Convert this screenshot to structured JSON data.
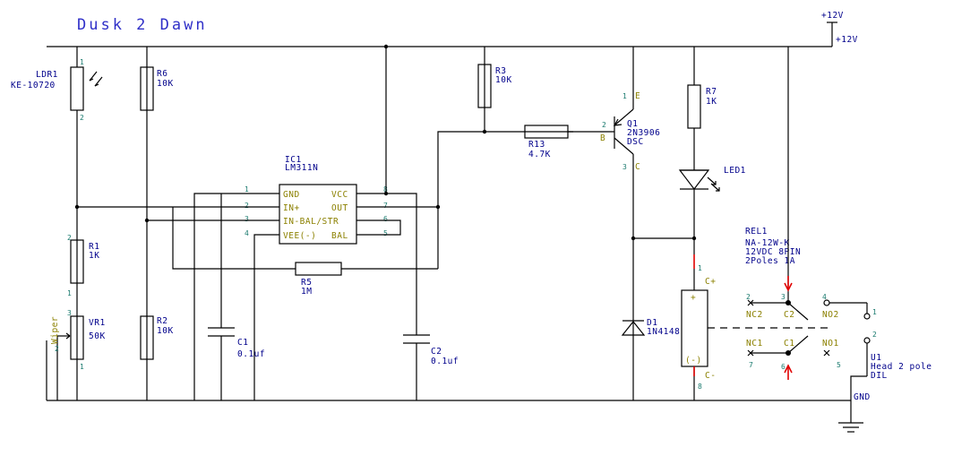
{
  "title": "Dusk 2 Dawn",
  "power": {
    "supply_label": "+12V",
    "rail_label": "+12V",
    "gnd_label": "GND"
  },
  "ldr": {
    "ref": "LDR1",
    "part": "KE-10720",
    "pin1": "1",
    "pin2": "2"
  },
  "r6": {
    "ref": "R6",
    "value": "10K"
  },
  "r1": {
    "ref": "R1",
    "value": "1K",
    "pin1": "1",
    "pin2": "2"
  },
  "vr1": {
    "ref": "VR1",
    "value": "50K",
    "wiper": "Wiper",
    "pin1": "1",
    "pin2": "2",
    "pin3": "3"
  },
  "r2": {
    "ref": "R2",
    "value": "10K"
  },
  "ic1": {
    "ref": "IC1",
    "part": "LM311N",
    "left_pins": [
      {
        "num": "1",
        "name": "GND"
      },
      {
        "num": "2",
        "name": "IN+"
      },
      {
        "num": "3",
        "name": "IN-BAL/STR"
      },
      {
        "num": "4",
        "name": "VEE(-)"
      }
    ],
    "right_pins": [
      {
        "num": "8",
        "name": "VCC"
      },
      {
        "num": "7",
        "name": "OUT"
      },
      {
        "num": "6",
        "name": ""
      },
      {
        "num": "5",
        "name": "BAL"
      }
    ]
  },
  "r5": {
    "ref": "R5",
    "value": "1M"
  },
  "c1": {
    "ref": "C1",
    "value": "0.1uf"
  },
  "c2": {
    "ref": "C2",
    "value": "0.1uf"
  },
  "r3": {
    "ref": "R3",
    "value": "10K"
  },
  "r13": {
    "ref": "R13",
    "value": "4.7K"
  },
  "q1": {
    "ref": "Q1",
    "part": "2N3906",
    "pkg": "DSC",
    "pin_e": "1",
    "label_e": "E",
    "pin_b": "2",
    "label_b": "B",
    "pin_c": "3",
    "label_c": "C"
  },
  "r7": {
    "ref": "R7",
    "value": "1K"
  },
  "led1": {
    "ref": "LED1"
  },
  "d1": {
    "ref": "D1",
    "part": "1N4148"
  },
  "rel1": {
    "ref": "REL1",
    "part": "NA-12W-K",
    "spec1": "12VDC 8PIN",
    "spec2": "2Poles 1A",
    "coil_pos": "C+",
    "coil_neg": "C-",
    "coil_plus_sign": "+",
    "coil_minus_sign": "(-)",
    "pin1": "1",
    "pin8": "8",
    "nc2": "NC2",
    "c2": "C2",
    "no2": "NO2",
    "nc1": "NC1",
    "c1": "C1",
    "no1": "NO1",
    "pin2": "2",
    "pin3": "3",
    "pin4": "4",
    "pin5": "5",
    "pin6": "6",
    "pin7": "7"
  },
  "u1": {
    "ref": "U1",
    "part1": "Head 2 pole",
    "part2": "DIL",
    "pin1": "1",
    "pin2": "2"
  }
}
